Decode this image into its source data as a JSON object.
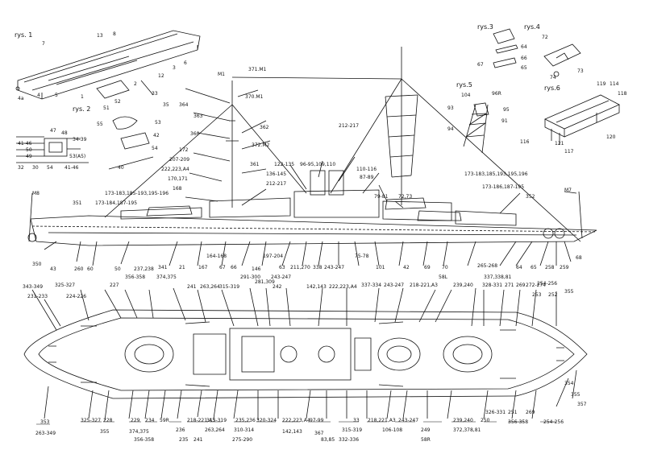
{
  "captions": {
    "rys1": "rys. 1",
    "rys2": "rys. 2",
    "rys3": "rys.3",
    "rys4": "rys.4",
    "rys5": "rys.5",
    "rys6": "rys.6"
  },
  "side_view_labels": {
    "m1": "M1",
    "m7": "M7",
    "m8": "M8",
    "l371": "371.M1",
    "l370": "370.M1",
    "l372": "372.M2",
    "l364": "364",
    "l363": "363",
    "l362": "362",
    "l361": "361",
    "l360": "360",
    "l172": "172",
    "l207": "207-209",
    "l222a": "222,223,A4",
    "l170": "170,171",
    "l168": "168",
    "l173a": "173-183,185-193,195-196",
    "l173b": "173-184,187-195",
    "l122": "122-135",
    "l96": "96-95,109,110",
    "l212": "212-217",
    "l136": "136-145",
    "l212b": "212-217",
    "l110": "110-116",
    "l87": "87-89",
    "l79": "79-81",
    "l72": "72,73",
    "l173c": "173-183,185,193,195,196",
    "l173d": "173-186,187-195",
    "l352": "352",
    "l351": "351",
    "b350": "350",
    "b43": "43",
    "b260": "260",
    "b60": "60",
    "b50": "50",
    "b237": "237,238",
    "b341": "341",
    "b21": "21",
    "b167": "167",
    "b164": "164-168",
    "b67": "67",
    "b66": "66",
    "b146": "146",
    "b197": "197-204",
    "b63": "63",
    "b211": "211,270",
    "b338": "338",
    "b243": "243-247",
    "b75": "75-78",
    "b101": "101",
    "b42": "42",
    "b69": "69",
    "b70": "70",
    "b64": "64",
    "b65": "65",
    "b258": "258",
    "b259": "259",
    "b68": "68"
  },
  "plan_view_labels": {
    "t343": "343-349",
    "t231": "231-233",
    "t325": "325-327",
    "t224": "224-226",
    "t227": "227",
    "t356": "356-358",
    "t374": "374,375",
    "t241": "241",
    "t263": "263,264",
    "t315": "315-319",
    "t291": "291-300",
    "t281": "281,309",
    "t243": "243-247",
    "t242": "242",
    "t142": "142,143",
    "t222": "222,223,A4",
    "t337": "337-334",
    "t243b": "243-247",
    "t218": "218-221,A3",
    "t58l": "58L",
    "t239": "239,240",
    "t265": "265-268",
    "t337b": "337,338,81",
    "t328": "328-331",
    "t271": "271",
    "t269": "269",
    "t272": "272-274",
    "t254": "254-256",
    "t253": "253",
    "t252": "252",
    "t355": "355",
    "bb353": "353",
    "bb263": "263-349",
    "bb325": "325-327",
    "bb228": "228",
    "bb355": "355",
    "bb229": "229",
    "bb234": "234",
    "bb374": "374,375",
    "bb356": "356-358",
    "bb59r": "59R",
    "bb235": "235",
    "bb236": "236",
    "bb218": "218-221,A3",
    "bb241": "241",
    "bb263b": "263,264",
    "bb315": "315-319",
    "bb310": "310-314",
    "bb235b": "235,236",
    "bb275": "275-290",
    "bb320": "320-324",
    "bb222": "222,223,A4",
    "bb97": "97-99",
    "bb142": "142,143",
    "bb367": "367",
    "bb83": "83,85",
    "bb332": "332-336",
    "bb315b": "315-319",
    "bb33": "33",
    "bb218b": "218,221,A3",
    "bb106": "106-108",
    "bb243": "243-247",
    "bb249": "249",
    "bb58r": "58R",
    "bb239": "239,240",
    "bb250": "250",
    "bb372": "372,378,81",
    "bb326": "326-331",
    "bb251": "251",
    "bb356b": "356-358",
    "bb269": "269",
    "bb354": "354",
    "bb357": "357",
    "bb355b": "355",
    "bb254": "254-256"
  },
  "detail_labels": {
    "d4a": "4a",
    "d13": "13",
    "d8": "8",
    "d7": "7",
    "d6": "6",
    "d3": "3",
    "d12": "12",
    "d5": "5",
    "d1": "1",
    "d2": "2",
    "d4": "4",
    "d51": "51",
    "d52": "52",
    "d33": "33",
    "d35": "35",
    "d55": "55",
    "d53": "53",
    "d42": "42",
    "d54": "54",
    "d40": "40",
    "d47": "47",
    "d48": "48",
    "d4146": "41-46",
    "d3439": "34-39",
    "d50": "50",
    "d49": "49",
    "d53a": "53(A5)",
    "d32": "32",
    "d30": "30",
    "d54b": "54",
    "d4146b": "41-46",
    "d67": "67",
    "d64": "64",
    "d66": "66",
    "d65": "65",
    "d72": "72",
    "d73": "73",
    "d74": "74",
    "d104": "104",
    "d96r": "96R",
    "d93": "93",
    "d95": "95",
    "d91": "91",
    "d94": "94",
    "d119": "119",
    "d114": "114",
    "d118": "118",
    "d116": "116",
    "d117": "117",
    "d120": "120",
    "d121": "121"
  }
}
